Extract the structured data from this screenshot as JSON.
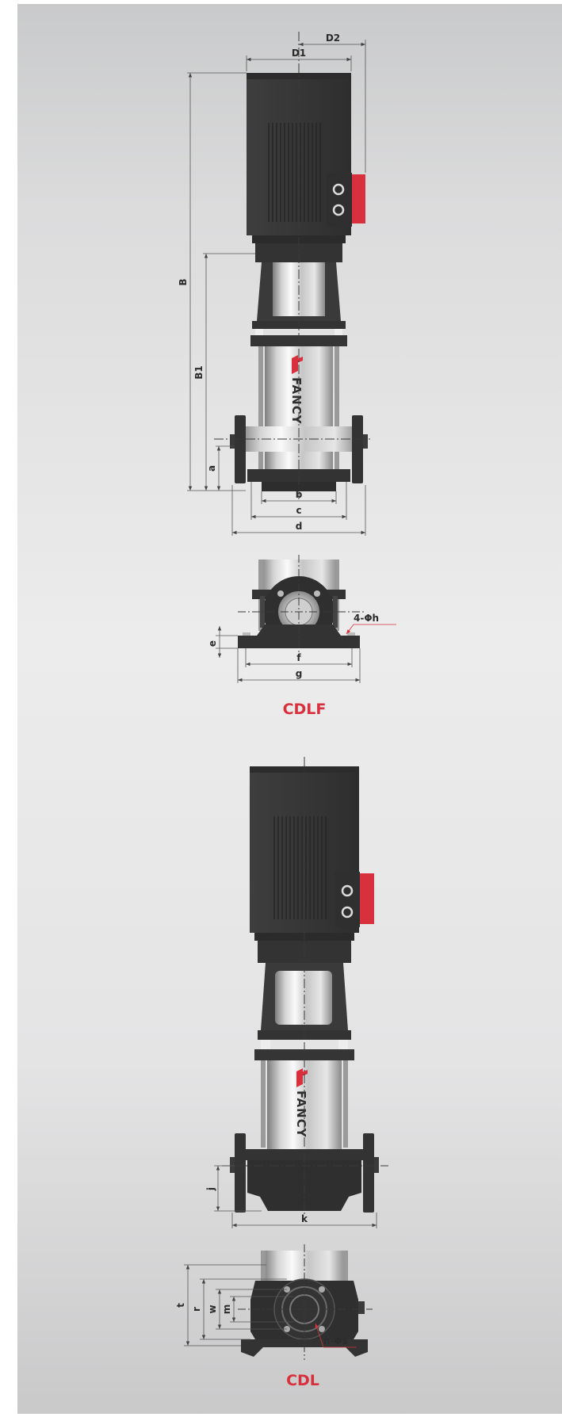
{
  "colors": {
    "accent": "#d9303e",
    "motor": "#3a3a3a",
    "steel_light": "#f2f2f2",
    "steel_dark": "#8c8c8c",
    "dimension_line": "#555555"
  },
  "brand": {
    "logo_text": "FANCY"
  },
  "cdlf": {
    "caption": "CDLF",
    "labels": {
      "D1": "D1",
      "D2": "D2",
      "B": "B",
      "B1": "B1",
      "a": "a",
      "b": "b",
      "c": "c",
      "d": "d",
      "e": "e",
      "f": "f",
      "g": "g",
      "hole": "4-Φh"
    }
  },
  "cdl": {
    "caption": "CDL",
    "labels": {
      "j": "j",
      "k": "k",
      "t": "t",
      "r": "r",
      "w": "w",
      "m": "m",
      "hole": "n-Φs"
    }
  }
}
